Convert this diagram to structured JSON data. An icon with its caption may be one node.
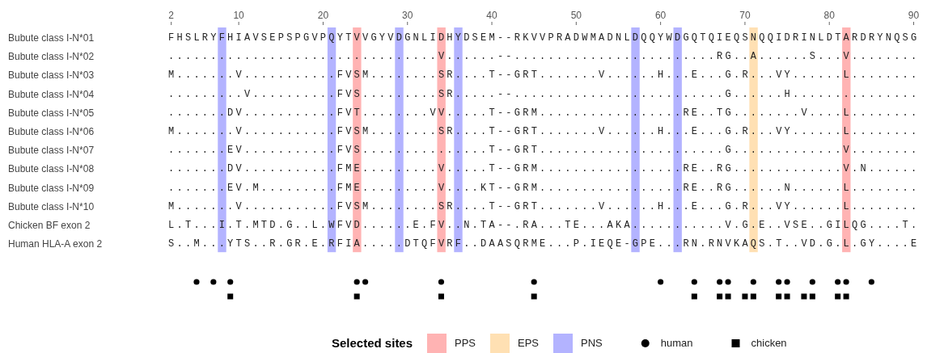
{
  "diagram": {
    "labels": [
      "2",
      "10",
      "20",
      "30",
      "40",
      "50",
      "60",
      "70",
      "80",
      "90",
      "Bubute class I-N*01",
      "FHSLRYFHIAVSEPSPGVPQYTVVGYVDGNLIDHYDSEM--RKVVPRADWMADNLDQQYWDGQTQIEQSNQQIDRINLDTARDRYNQSG",
      "Bubute class I-N*02",
      "................................V......--........................RG..A......S...V........",
      "Bubute class I-N*03",
      "M.......V...........FVSM........SR....T--GRT.......V......H...E...G.R...VY......L........",
      "Bubute class I-N*04",
      ".........V..........FVS.........SR.....--.........................G......H...............",
      "Bubute class I-N*05",
      ".......DV...........FVT........VV.....T--GRM.................RE..TG........V....L........",
      "Bubute class I-N*06",
      "M.......V...........FVSM........SR....T--GRT.......V......H...E...G.R...VY......L........",
      "Bubute class I-N*07",
      ".......EV...........FVS...............T--GRT......................G.............V........",
      "Bubute class I-N*08",
      ".......DV...........FME.........V.....T--GRM.................RE..RG.............V.N......",
      "Bubute class I-N*09",
      ".......EV.M.........FME.........V....KT--GRM.................RE..RG......N......L........",
      "Bubute class I-N*10",
      "M.......V...........FVSM........SR....T--GRT.......V......H...E...G.R...VY......L........",
      "Chicken BF exon 2",
      "L.T...I.T.MTD.G..L.WFVD......E.FV..N.TA--.RA...TE...AKA...........V.G.E..VSE..GILQG....T.",
      "Human HLA-A exon 2",
      "S..M...YTS..R.GR.E.RFIA.....DTQFVRF..DAASQRME...P.IEQE-GPE...RN.RNVKAQS.T..VD.G.L.GY....E",
      "Selected sites"
    ],
    "legend": [
      {
        "text": "PPS",
        "color": "#ffb3b3"
      },
      {
        "text": "EPS",
        "color": "#ffe0b3"
      },
      {
        "text": "PNS",
        "color": "#b3b3ff"
      },
      {
        "text": "human"
      },
      {
        "text": "chicken"
      }
    ]
  }
}
